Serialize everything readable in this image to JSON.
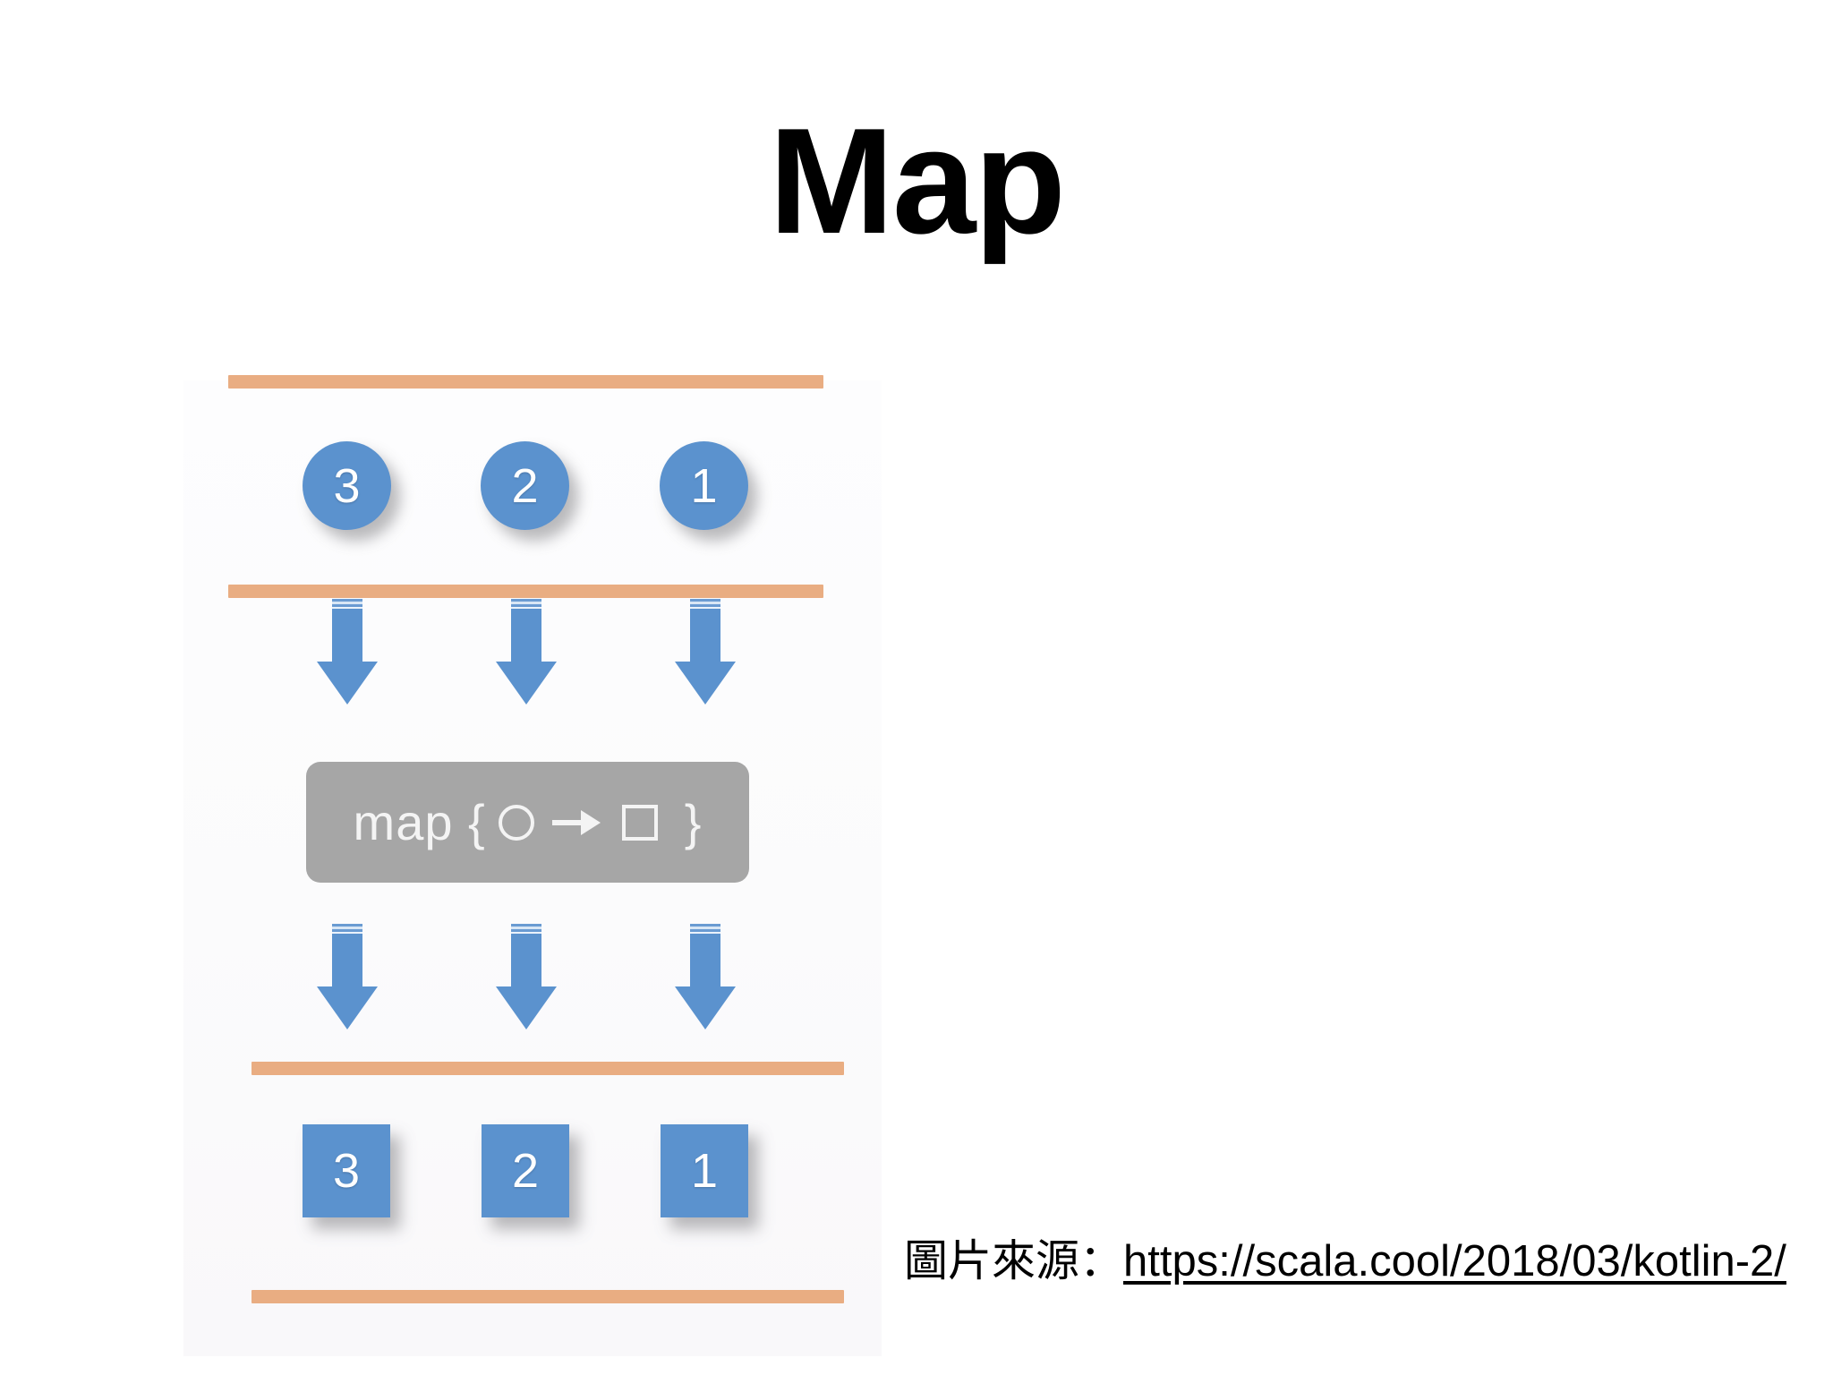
{
  "slide": {
    "title": "Map",
    "background_color": "#ffffff"
  },
  "diagram": {
    "accent_blue": "#5b92ce",
    "rail_color": "#e9ad82",
    "box_color": "#a6a6a6",
    "input_row": {
      "shape": "circle",
      "items": [
        {
          "label": "3"
        },
        {
          "label": "2"
        },
        {
          "label": "1"
        }
      ]
    },
    "transform": {
      "prefix": "map {",
      "input_glyph": "circle-glyph",
      "arrow_glyph": "right-arrow-glyph",
      "output_glyph": "square-glyph",
      "suffix": "}"
    },
    "output_row": {
      "shape": "square",
      "items": [
        {
          "label": "3"
        },
        {
          "label": "2"
        },
        {
          "label": "1"
        }
      ]
    },
    "arrows_top": [
      {
        "direction": "down"
      },
      {
        "direction": "down"
      },
      {
        "direction": "down"
      }
    ],
    "arrows_bottom": [
      {
        "direction": "down"
      },
      {
        "direction": "down"
      },
      {
        "direction": "down"
      }
    ],
    "rails": [
      {
        "name": "top-rail-upper"
      },
      {
        "name": "top-rail-lower"
      },
      {
        "name": "bottom-rail-upper"
      },
      {
        "name": "bottom-rail-lower"
      }
    ]
  },
  "attribution": {
    "label": "圖片來源：",
    "link_text": "https://scala.cool/2018/03/kotlin-2/"
  }
}
